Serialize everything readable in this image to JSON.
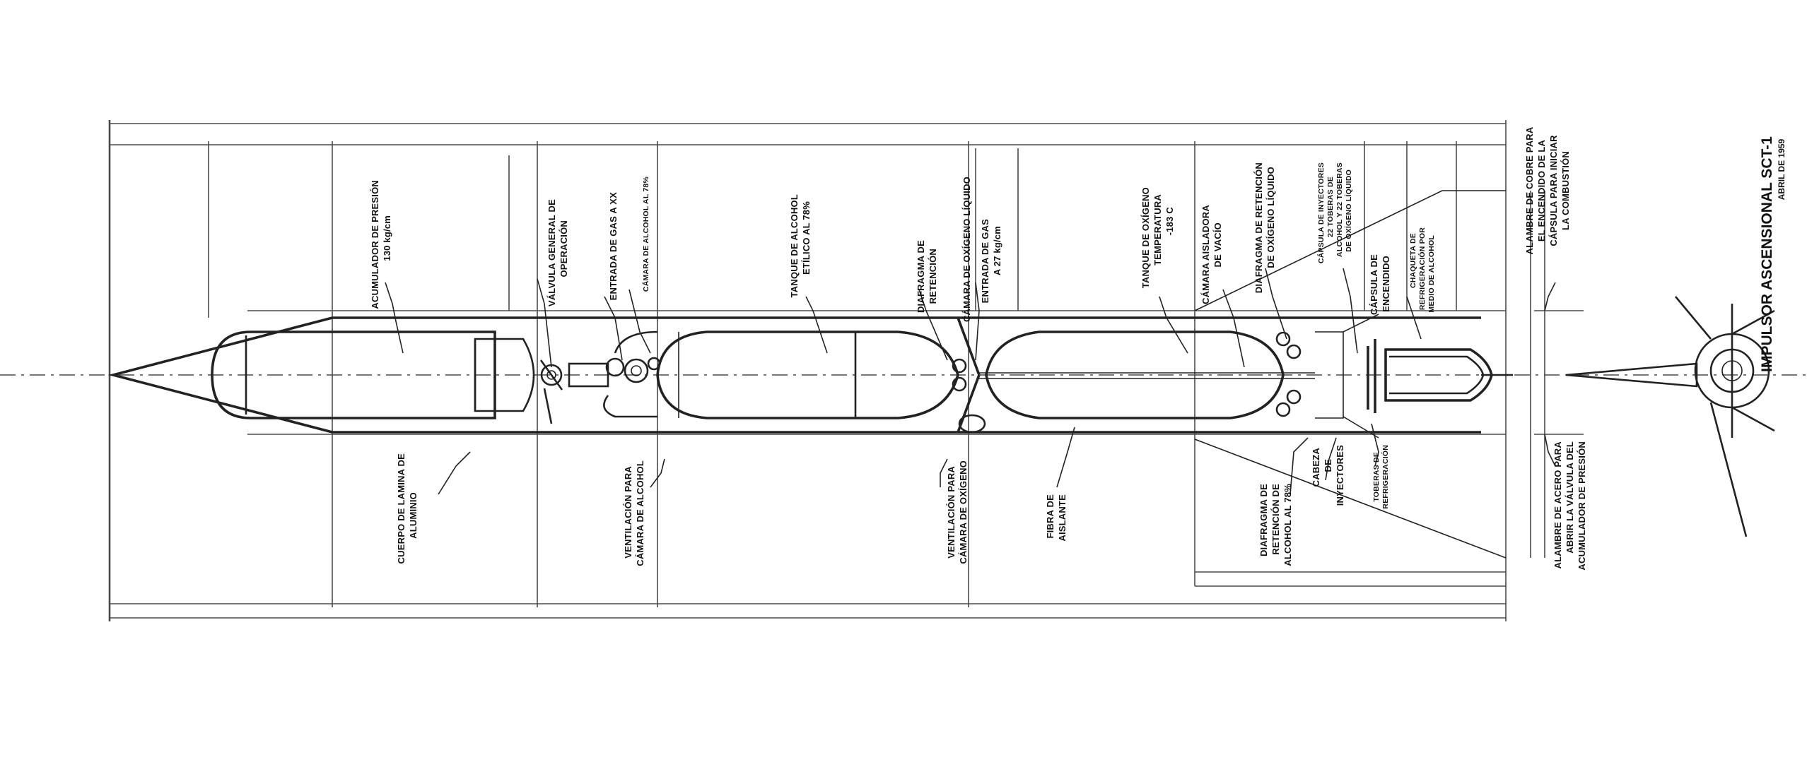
{
  "title": "IMPULSOR ASCENSIONAL SCT-1",
  "subtitle": "ABRIL DE 1959",
  "labels_top": [
    [
      "ACUMULADOR DE PRESIÓN",
      "130 kg/cm"
    ],
    [
      "VÁLVULA GENERAL DE",
      "OPERACIÓN"
    ],
    [
      "ENTRADA DE GAS A XX"
    ],
    [
      "CÁMARA DE ALCOHOL AL 78%"
    ],
    [
      "TANQUE DE ALCOHOL",
      "ETÍLICO AL 78%"
    ],
    [
      "DIAFRAGMA DE",
      "RETENCIÓN"
    ],
    [
      "CÁMARA DE OXÍGENO LÍQUIDO"
    ],
    [
      "ENTRADA DE GAS",
      "A 27 kg/cm"
    ],
    [
      "TANQUE DE OXÍGENO",
      "TEMPERATURA",
      "-183 C"
    ],
    [
      "CÁMARA AISLADORA",
      "DE VACÍO"
    ],
    [
      "DIAFRAGMA DE RETENCIÓN",
      "DE OXÍGENO LÍQUIDO"
    ],
    [
      "CÁPSULA DE INYECTORES",
      "22 TOBERAS DE",
      "ALCOHOL Y 22 TOBERAS",
      "DE OXÍGENO LÍQUIDO"
    ],
    [
      "CÁPSULA DE",
      "ENCENDIDO"
    ],
    [
      "CHAQUETA DE",
      "REFRIGERACIÓN POR",
      "MEDIO DE ALCOHOL"
    ],
    [
      "ALAMBRE DE COBRE PARA",
      "EL ENCENDIDO DE LA",
      "CÁPSULA PARA INICIAR",
      "LA COMBUSTIÓN"
    ]
  ],
  "labels_bottom": [
    [
      "CUERPO DE LAMINA DE",
      "ALUMINIO"
    ],
    [
      "VENTILACIÓN PARA",
      "CÁMARA DE ALCOHOL"
    ],
    [
      "VENTILACIÓN PARA",
      "CÁMARA DE OXÍGENO"
    ],
    [
      "FIBRA DE",
      "AISLANTE"
    ],
    [
      "DIAFRAGMA DE",
      "RETENCIÓN DE",
      "ALCOHOL AL 78%"
    ],
    [
      "CABEZA",
      "DE",
      "INYECTORES"
    ],
    [
      "TOBERAS DE",
      "REFRIGERACIÓN"
    ],
    [
      "ALAMBRE DE ACERO PARA",
      "ABRIR LA VÁLVULA DEL",
      "ACUMULADOR DE PRESIÓN"
    ]
  ]
}
